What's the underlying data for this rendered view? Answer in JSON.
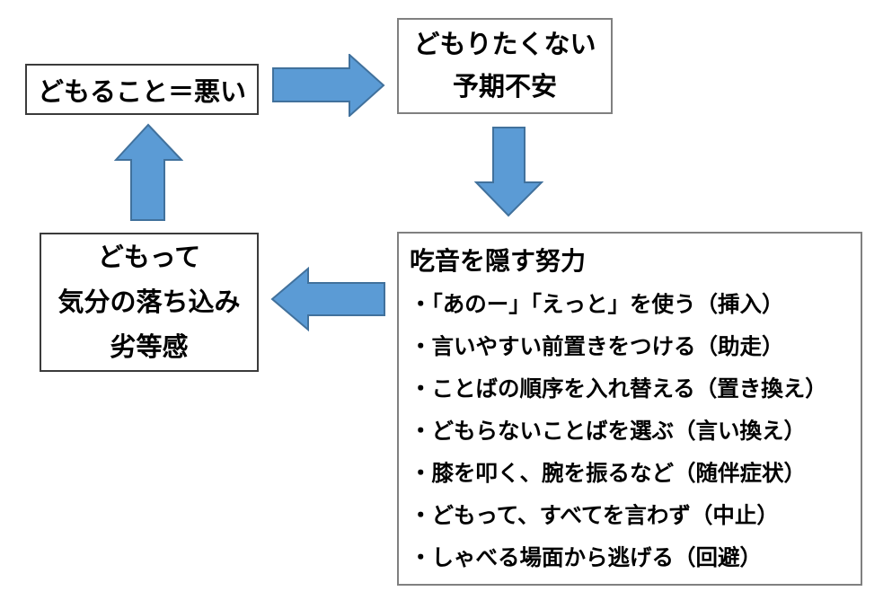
{
  "diagram": {
    "background_color": "#ffffff",
    "arrow_fill_color": "#5b9bd5",
    "arrow_border_color": "#41719c",
    "box_border_dark_color": "#3b3b3b",
    "box_border_gray_color": "#808080",
    "boxes": {
      "stuttering_is_bad": {
        "text": "どもること＝悪い"
      },
      "anticipatory_anxiety": {
        "lines": [
          "どもりたくない",
          "予期不安"
        ]
      },
      "hiding_efforts": {
        "title": "吃音を隠す努力",
        "items": [
          "・「あのー」「えっと」を使う（挿入）",
          "・言いやすい前置きをつける（助走）",
          "・ことばの順序を入れ替える（置き換え）",
          "・どもらないことばを選ぶ（言い換え）",
          "・膝を叩く、腕を振るなど（随伴症状）",
          "・どもって、すべてを言わず（中止）",
          "・しゃべる場面から逃げる（回避）"
        ]
      },
      "depression_inferiority": {
        "lines": [
          "どもって",
          "気分の落ち込み",
          "劣等感"
        ]
      }
    },
    "arrows": [
      {
        "name": "arrow-right",
        "from": "stuttering_is_bad",
        "to": "anticipatory_anxiety"
      },
      {
        "name": "arrow-down",
        "from": "anticipatory_anxiety",
        "to": "hiding_efforts"
      },
      {
        "name": "arrow-left",
        "from": "hiding_efforts",
        "to": "depression_inferiority"
      },
      {
        "name": "arrow-up",
        "from": "depression_inferiority",
        "to": "stuttering_is_bad"
      }
    ]
  }
}
